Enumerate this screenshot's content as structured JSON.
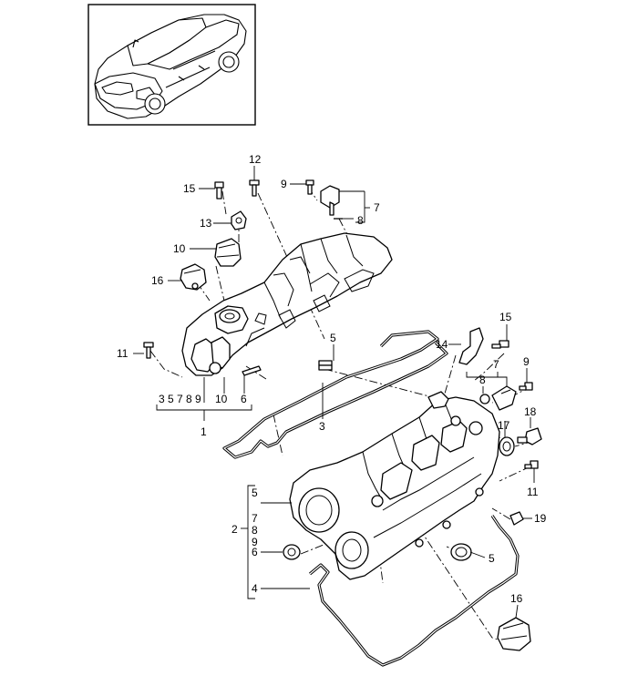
{
  "diagram": {
    "callouts": [
      {
        "id": "c15a",
        "text": "15"
      },
      {
        "id": "c12",
        "text": "12"
      },
      {
        "id": "c9a",
        "text": "9"
      },
      {
        "id": "c7a",
        "text": "7"
      },
      {
        "id": "c8a",
        "text": "8"
      },
      {
        "id": "c13",
        "text": "13"
      },
      {
        "id": "c10a",
        "text": "10"
      },
      {
        "id": "c16a",
        "text": "16"
      },
      {
        "id": "c11a",
        "text": "11"
      },
      {
        "id": "c5a",
        "text": "5"
      },
      {
        "id": "c14",
        "text": "14"
      },
      {
        "id": "c15b",
        "text": "15"
      },
      {
        "id": "c7b",
        "text": "7"
      },
      {
        "id": "c8b",
        "text": "8"
      },
      {
        "id": "c9b",
        "text": "9"
      },
      {
        "id": "c17",
        "text": "17"
      },
      {
        "id": "c18",
        "text": "18"
      },
      {
        "id": "c11b",
        "text": "11"
      },
      {
        "id": "c19",
        "text": "19"
      },
      {
        "id": "c5c",
        "text": "5"
      },
      {
        "id": "c16b",
        "text": "16"
      },
      {
        "id": "c3",
        "text": "3"
      },
      {
        "id": "c1",
        "text": "1"
      },
      {
        "id": "c10b",
        "text": "10"
      },
      {
        "id": "c6a",
        "text": "6"
      },
      {
        "id": "c2",
        "text": "2"
      },
      {
        "id": "c4",
        "text": "4"
      },
      {
        "id": "c6b",
        "text": "6"
      }
    ],
    "group_1_items": "3 5 7 8 9",
    "group_2_items": [
      "5",
      "7",
      "8",
      "9"
    ]
  }
}
